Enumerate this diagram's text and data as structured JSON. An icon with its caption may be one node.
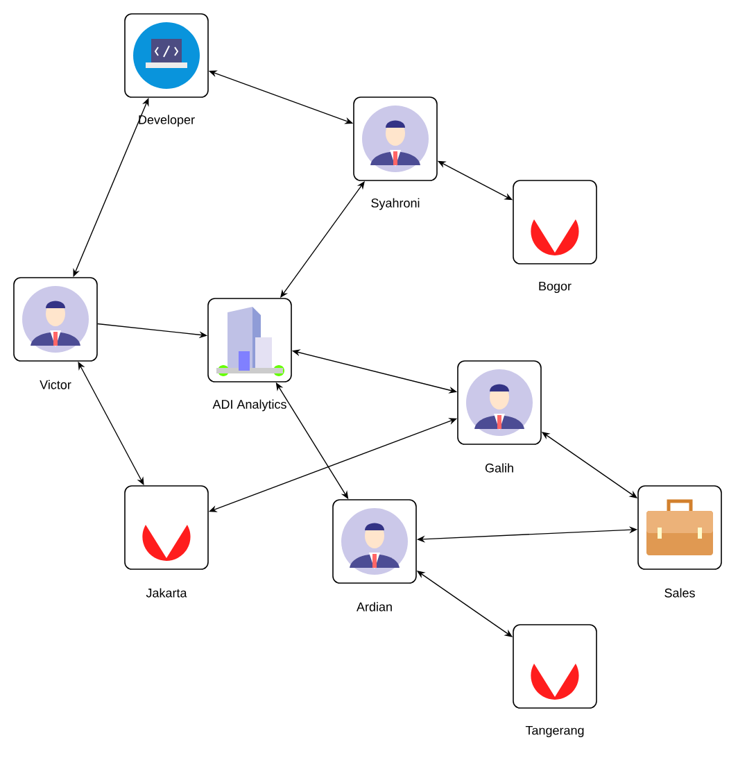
{
  "diagram": {
    "nodes": [
      {
        "text": [
          "Developer"
        ]
      },
      {
        "text": [
          "Syahroni"
        ]
      },
      {
        "text": [
          "Bogor"
        ]
      },
      {
        "text": [
          "Victor"
        ]
      },
      {
        "text": [
          "ADI Analytics"
        ]
      },
      {
        "text": [
          "Galih"
        ]
      },
      {
        "text": [
          "Jakarta"
        ]
      },
      {
        "text": [
          "Ardian"
        ]
      },
      {
        "text": [
          "Sales"
        ]
      },
      {
        "text": [
          "Tangerang"
        ]
      }
    ],
    "edges": [
      {
        "from": 0,
        "to": 1,
        "arrow": "both"
      },
      {
        "from": 1,
        "to": 2,
        "arrow": "both"
      },
      {
        "from": 0,
        "to": 3,
        "arrow": "both"
      },
      {
        "from": 1,
        "to": 4,
        "arrow": "both"
      },
      {
        "from": 3,
        "to": 4,
        "arrow": "to"
      },
      {
        "from": 4,
        "to": 5,
        "arrow": "both"
      },
      {
        "from": 3,
        "to": 6,
        "arrow": "both"
      },
      {
        "from": 5,
        "to": 6,
        "arrow": "both"
      },
      {
        "from": 4,
        "to": 7,
        "arrow": "both"
      },
      {
        "from": 5,
        "to": 8,
        "arrow": "both"
      },
      {
        "from": 7,
        "to": 8,
        "arrow": "both"
      },
      {
        "from": 7,
        "to": 9,
        "arrow": "both"
      }
    ]
  }
}
